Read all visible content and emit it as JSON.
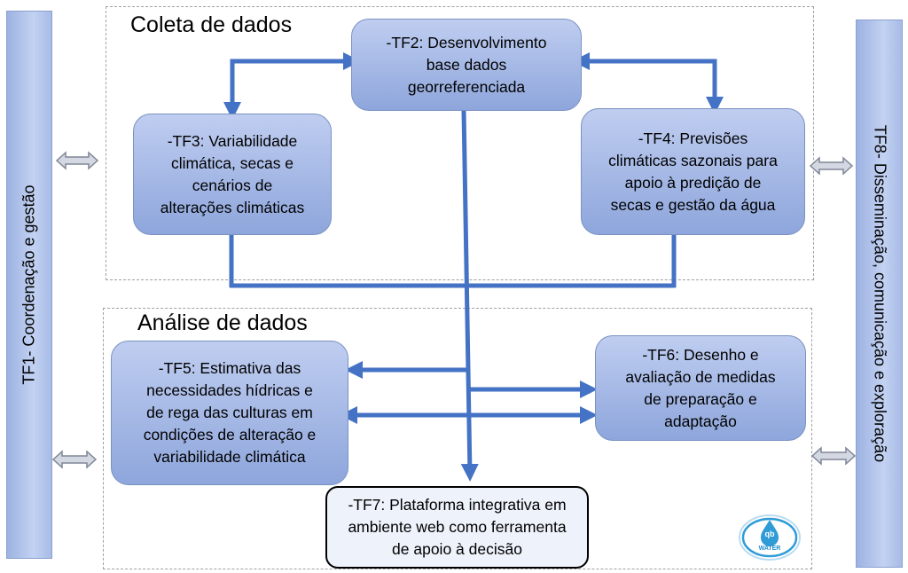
{
  "sections": {
    "coleta_title": "Coleta de dados",
    "analise_title": "Análise de dados"
  },
  "side_bars": {
    "tf1": "TF1- Coordenação e gestão",
    "tf8": "TF8- Disseminação,  comunicação e exploração"
  },
  "boxes": {
    "tf2": "-TF2: Desenvolvimento\nbase dados\ngeorreferenciada",
    "tf3": "-TF3: Variabilidade\nclimática, secas e\ncenários de\nalterações climáticas",
    "tf4": "-TF4: Previsões\nclimáticas sazonais para\napoio à predição de\nsecas e gestão da água",
    "tf5": "-TF5: Estimativa das\nnecessidades hídricas e\nde rega das culturas em\ncondições de alteração e\nvariabilidade climática",
    "tf6": "-TF6:  Desenho e\navaliação de medidas\nde preparação e\nadaptação",
    "tf7": "-TF7: Plataforma integrativa em\nambiente web como ferramenta\nde apoio à decisão"
  },
  "logo": {
    "initials": "qb",
    "text": "WATER"
  },
  "colors": {
    "arrow_blue": "#4472c4",
    "box_fill": "#a9bbe8",
    "double_arrow": "#8c95a8"
  }
}
